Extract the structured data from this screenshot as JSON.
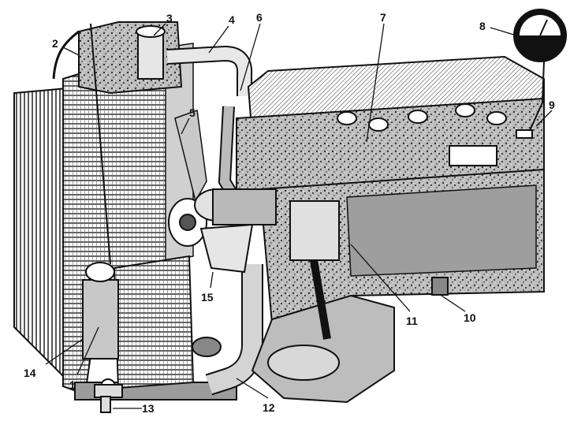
{
  "callouts": [
    {
      "id": "c1",
      "text": "1"
    },
    {
      "id": "c2",
      "text": "2"
    },
    {
      "id": "c3",
      "text": "3"
    },
    {
      "id": "c4",
      "text": "4"
    },
    {
      "id": "c5",
      "text": "5"
    },
    {
      "id": "c6",
      "text": "6"
    },
    {
      "id": "c7",
      "text": "7"
    },
    {
      "id": "c8",
      "text": "8"
    },
    {
      "id": "c9",
      "text": "9"
    },
    {
      "id": "c10",
      "text": "10"
    },
    {
      "id": "c11",
      "text": "11"
    },
    {
      "id": "c12",
      "text": "12"
    },
    {
      "id": "c13",
      "text": "13"
    },
    {
      "id": "c14",
      "text": "14"
    },
    {
      "id": "c15",
      "text": "15"
    }
  ],
  "colors": {
    "ink": "#111111",
    "paper": "#ffffff",
    "shade": "#8a8a8a"
  }
}
